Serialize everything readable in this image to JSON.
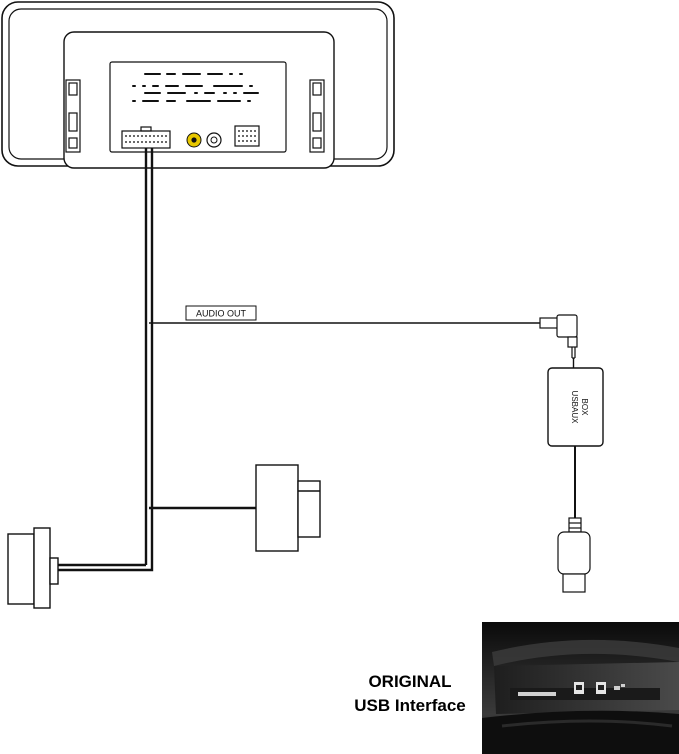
{
  "labels": {
    "audio_out": "AUDIO OUT",
    "usbaux_box_line1": "USBAUX",
    "usbaux_box_line2": "BOX"
  },
  "caption": {
    "line1": "ORIGINAL",
    "line2": "USB Interface"
  },
  "colors": {
    "line": "#111111",
    "rca_yellow": "#e8c800",
    "photo_dark": "#1a1a1a"
  }
}
